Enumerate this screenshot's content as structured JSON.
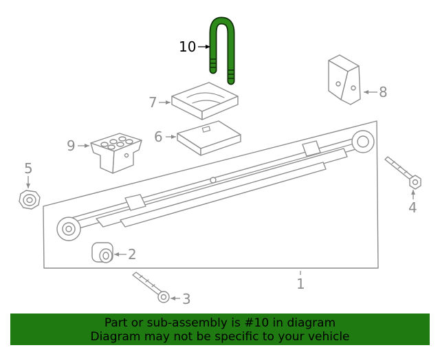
{
  "callouts": {
    "c1": "1",
    "c2": "2",
    "c3": "3",
    "c4": "4",
    "c5": "5",
    "c6": "6",
    "c7": "7",
    "c8": "8",
    "c9": "9",
    "c10": "10"
  },
  "banner": {
    "line1": "Part or sub-assembly is #10 in diagram",
    "line2": "Diagram may not be specific to your vehicle"
  },
  "colors": {
    "highlight_part": "#2e8a1a",
    "banner_bg": "#1f7a12",
    "line_art": "#8c8c8c"
  }
}
